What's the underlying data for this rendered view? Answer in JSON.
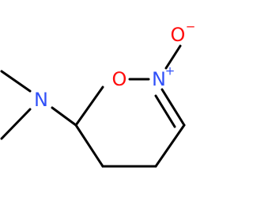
{
  "colors": {
    "bond": "#000000",
    "oxygen": "#ff0d0d",
    "nitrogen_ring": "#3050f8",
    "nitrogen_amine": "#3050f8",
    "background": "#ffffff"
  },
  "atoms": {
    "oxygen_top": {
      "symbol": "O",
      "charge": "−"
    },
    "ring_oxygen": {
      "symbol": "O"
    },
    "ring_nitrogen": {
      "symbol": "N",
      "charge": "+"
    },
    "amine_nitrogen": {
      "symbol": "N"
    }
  }
}
